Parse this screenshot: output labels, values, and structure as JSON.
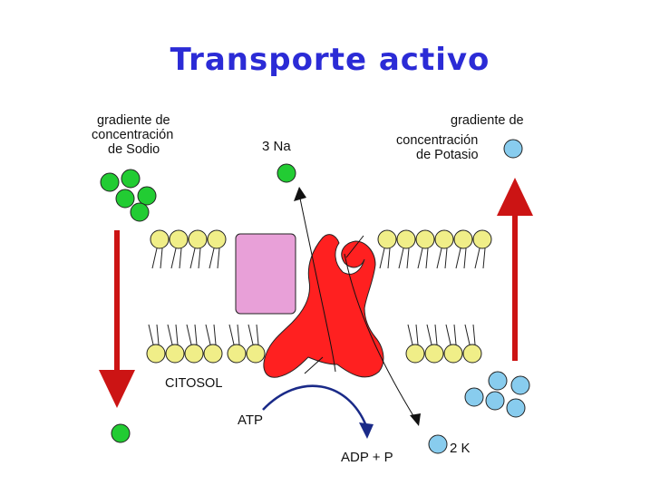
{
  "title": "Transporte activo",
  "labels": {
    "sodium_gradient": [
      "gradiente de",
      "concentración",
      "de Sodio"
    ],
    "potassium_gradient": [
      "gradiente de",
      "concentración",
      "de Potasio"
    ],
    "sodium_count": "3 Na",
    "potassium_count": "2 K",
    "cytosol": "CITOSOL",
    "atp": "ATP",
    "adp": "ADP + P"
  },
  "colors": {
    "title": "#2b2bd6",
    "sodium": "#22cc33",
    "potassium": "#88ccee",
    "lipid_head": "#f0ee88",
    "pump": "#ff2020",
    "channel": "#e8a0d8",
    "gradient_arrow": "#cc1414",
    "atp_arrow": "#1a2a88"
  }
}
